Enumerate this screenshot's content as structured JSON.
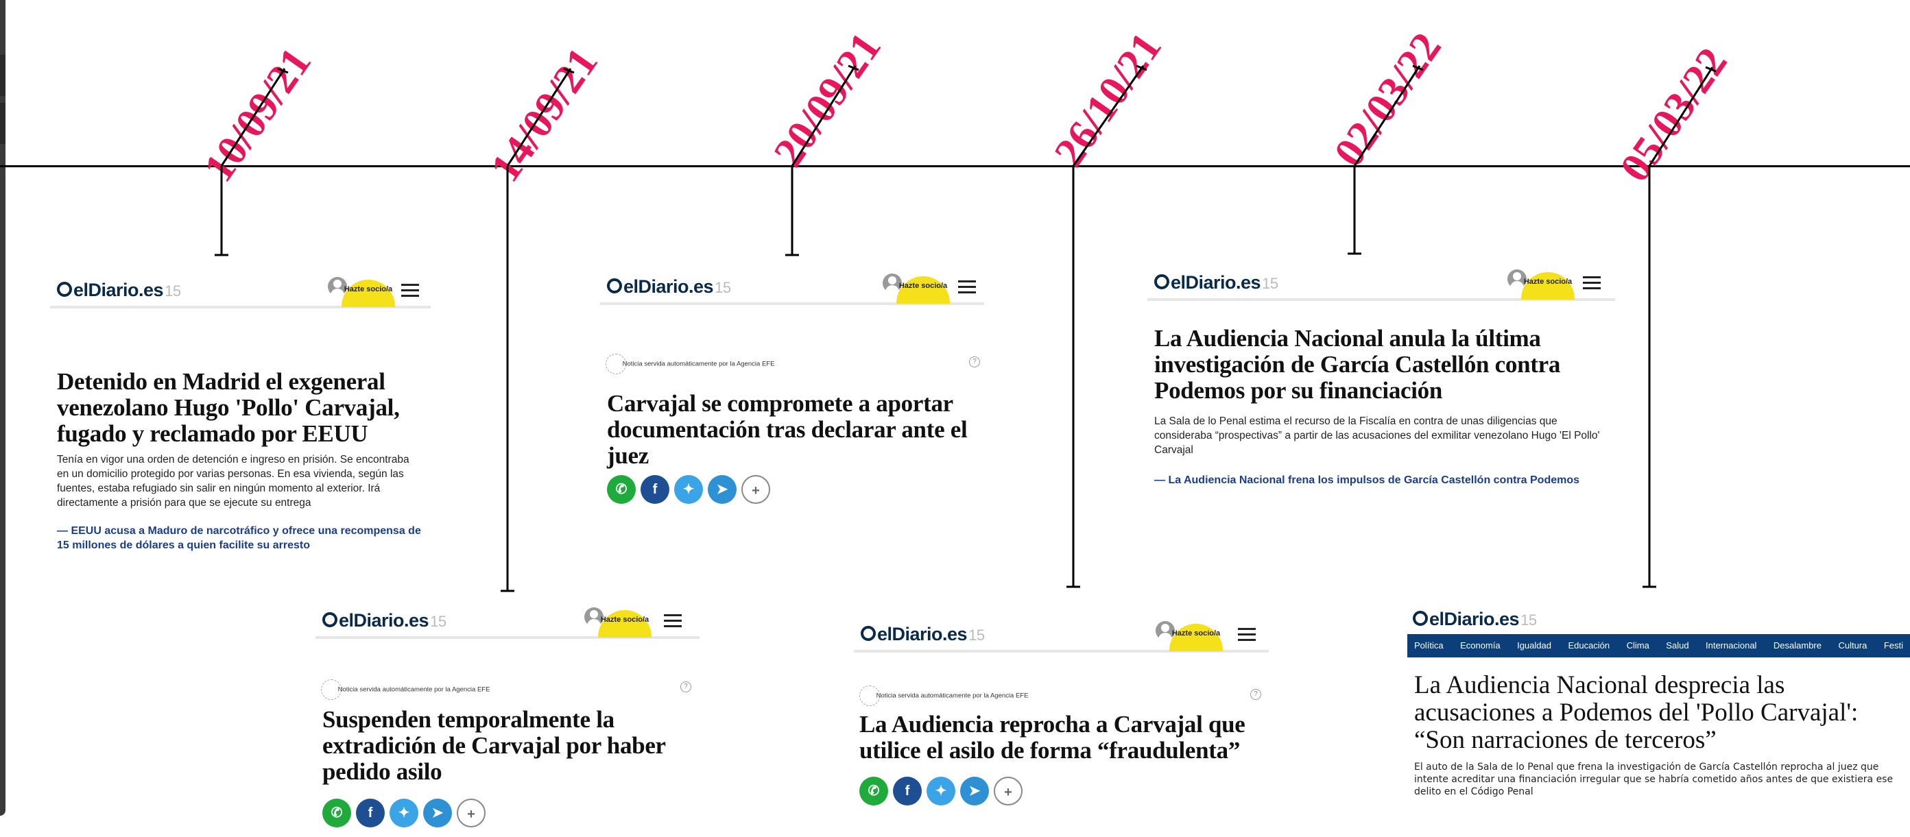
{
  "timeline": {
    "dates": [
      "10/09/21",
      "14/09/21",
      "20/09/21",
      "26/10/21",
      "02/03/22",
      "05/03/22"
    ],
    "color": "#e8175d"
  },
  "brand": {
    "logo_text": "elDiario.es",
    "logo_suffix": "15",
    "join_label": "Hazte socio/a",
    "accent": "#f4e11a",
    "link_color": "#1a3d8f"
  },
  "articles": [
    {
      "date": "10/09/21",
      "headline": "Detenido en Madrid el exgeneral venezolano Hugo 'Pollo' Carvajal, fugado y reclamado por EEUU",
      "summary": "Tenía en vigor una orden de detención e ingreso en prisión. Se encontraba en un domicilio protegido por varias personas. En esa vivienda, según las fuentes, estaba refugiado sin salir en ningún momento al exterior. Irá directamente a prisión para que se ejecute su entrega",
      "related": "— EEUU acusa a Maduro de narcotráfico y ofrece una recompensa de 15 millones de dólares a quien facilite su arresto"
    },
    {
      "date": "14/09/21",
      "source_note": "Noticia servida automáticamente por la Agencia EFE",
      "headline": "Suspenden temporalmente la extradición de Carvajal por haber pedido asilo"
    },
    {
      "date": "20/09/21",
      "source_note": "Noticia servida automáticamente por la Agencia EFE",
      "headline": "Carvajal se compromete a aportar documentación tras declarar ante el juez"
    },
    {
      "date": "26/10/21",
      "source_note": "Noticia servida automáticamente por la Agencia EFE",
      "headline": "La Audiencia reprocha a Carvajal que utilice el asilo de forma “fraudulenta”"
    },
    {
      "date": "02/03/22",
      "headline": "La Audiencia Nacional anula la última investigación de García Castellón contra Podemos por su financiación",
      "summary": "La Sala de lo Penal estima el recurso de la Fiscalía en contra de unas diligencias que consideraba “prospectivas” a partir de las acusaciones del exmilitar venezolano Hugo 'El Pollo' Carvajal",
      "related": "— La Audiencia Nacional frena los impulsos de García Castellón contra Podemos"
    },
    {
      "date": "05/03/22",
      "nav": [
        "Política",
        "Economía",
        "Igualdad",
        "Educación",
        "Clima",
        "Salud",
        "Internacional",
        "Desalambre",
        "Cultura",
        "Festi"
      ],
      "headline": "La Audiencia Nacional desprecia las acusaciones a Podemos del 'Pollo Carvajal': “Son narraciones de terceros”",
      "summary": "El auto de la Sala de lo Penal que frena la investigación de García Castellón reprocha al juez que intente acreditar una financiación irregular que se habría cometido años antes de que existiera ese delito en el Código Penal"
    }
  ],
  "share_icons": [
    "whatsapp-icon",
    "facebook-icon",
    "twitter-icon",
    "telegram-icon",
    "save-icon"
  ]
}
